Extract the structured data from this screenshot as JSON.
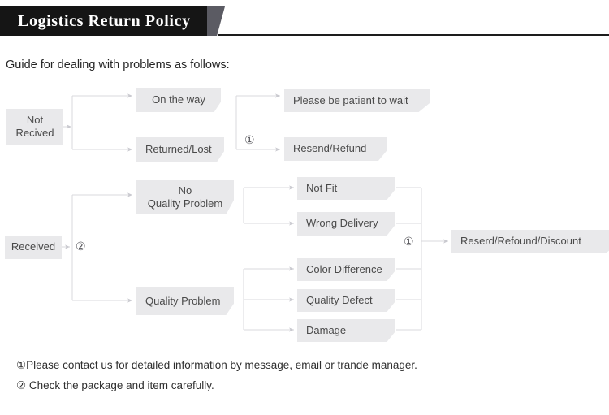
{
  "header": {
    "title": "Logistics Return Policy"
  },
  "intro": {
    "text": "Guide for dealing with problems as follows:"
  },
  "flowchart": {
    "type": "flowchart",
    "nodes": {
      "not_received": "Not\nRecived",
      "on_the_way": "On the way",
      "returned_lost": "Returned/Lost",
      "please_wait": "Please be patient to wait",
      "resend_refund": "Resend/Refund",
      "received": "Received",
      "no_quality_problem": "No\nQuality Problem",
      "quality_problem": "Quality Problem",
      "not_fit": "Not Fit",
      "wrong_delivery": "Wrong Delivery",
      "color_difference": "Color Difference",
      "quality_defect": "Quality Defect",
      "damage": "Damage",
      "final_outcome": "Reserd/Refound/Discount"
    },
    "markers": {
      "one_top": "①",
      "two_left": "②",
      "one_right": "①"
    }
  },
  "notes": {
    "note1": "①Please contact us for detailed information by message, email or trande manager.",
    "note2": "② Check the package and item carefully."
  },
  "colors": {
    "header_bar": "#151515",
    "header_slant": "#5b5b63",
    "node_fill": "#e9e9eb",
    "node_text": "#4a4a4a",
    "connector": "#d2d2d6"
  }
}
